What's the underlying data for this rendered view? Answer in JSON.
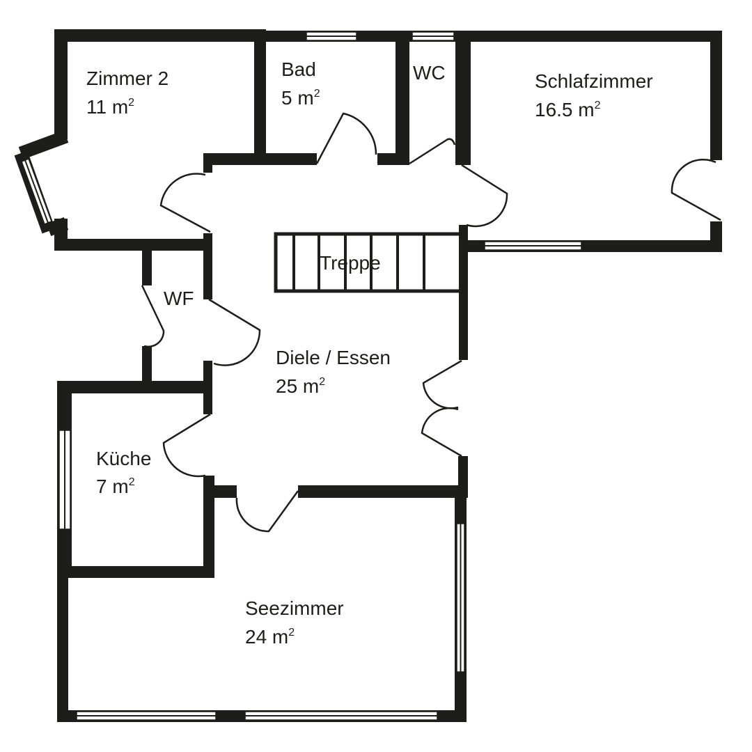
{
  "title": "Grundriss",
  "colors": {
    "wall": "#1d1d1b",
    "background": "#ffffff"
  },
  "rooms": [
    {
      "name": "Zimmer 2",
      "area": "11 m",
      "unit_sup": "2"
    },
    {
      "name": "Bad",
      "area": "5 m",
      "unit_sup": "2"
    },
    {
      "name": "WC"
    },
    {
      "name": "Schlafzimmer",
      "area": "16.5 m",
      "unit_sup": "2"
    },
    {
      "name": "Treppe"
    },
    {
      "name": "WF"
    },
    {
      "name": "Diele / Essen",
      "area": "25 m",
      "unit_sup": "2"
    },
    {
      "name": "Küche",
      "area": "7 m",
      "unit_sup": "2"
    },
    {
      "name": "Seezimmer",
      "area": "24 m",
      "unit_sup": "2"
    }
  ]
}
